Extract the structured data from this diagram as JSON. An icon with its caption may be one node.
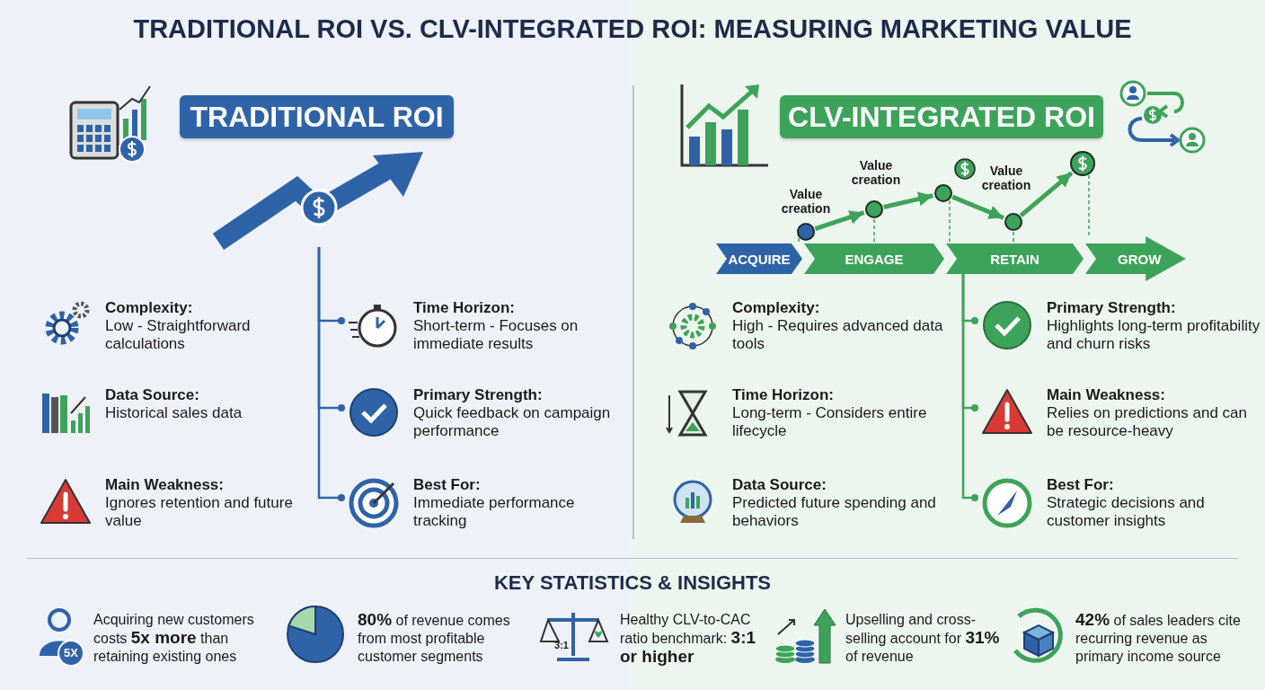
{
  "diagram": {
    "title": "TRADITIONAL ROI VS. CLV-INTEGRATED ROI: MEASURING MARKETING VALUE",
    "nodes": [
      {
        "text": [
          "TRADITIONAL ROI"
        ]
      },
      {
        "text": [],
        "shape": "picture"
      },
      {
        "text": [
          "Complexity:",
          "Low - Straightforward calculations"
        ]
      },
      {
        "text": [
          "Data Source:",
          "Historical sales data"
        ]
      },
      {
        "text": [
          "Main Weakness:",
          "Ignores retention and future value"
        ]
      },
      {
        "text": [
          "Time Horizon:",
          "Short-term - Focuses on immediate results"
        ]
      },
      {
        "text": [
          "Primary Strength:",
          "Quick feedback on campaign performance"
        ]
      },
      {
        "text": [
          "Best For:",
          "Immediate performance tracking"
        ]
      },
      {
        "text": [
          "CLV-INTEGRATED ROI"
        ]
      },
      {
        "text": [],
        "shape": "circle",
        "beside": [
          "Value creation"
        ]
      },
      {
        "text": [],
        "shape": "circle",
        "beside": [
          "Value creation"
        ]
      },
      {
        "text": [],
        "shape": "circle"
      },
      {
        "text": [],
        "shape": "circle",
        "beside": [
          "Value creation"
        ]
      },
      {
        "text": [],
        "shape": "circle"
      },
      {
        "text": [
          "ACQUIRE"
        ]
      },
      {
        "text": [
          "ENGAGE"
        ]
      },
      {
        "text": [
          "RETAIN"
        ]
      },
      {
        "text": [
          "GROW"
        ]
      },
      {
        "text": [
          "Complexity:",
          "High - Requires advanced data tools"
        ]
      },
      {
        "text": [
          "Time Horizon:",
          "Long-term - Considers entire lifecycle"
        ]
      },
      {
        "text": [
          "Data Source:",
          "Predicted future spending and behaviors"
        ]
      },
      {
        "text": [
          "Primary Strength:",
          "Highlights long-term profitability and churn risks"
        ]
      },
      {
        "text": [
          "Main Weakness:",
          "Relies on predictions and can be resource-heavy"
        ]
      },
      {
        "text": [
          "Best For:",
          "Strategic decisions and customer insights"
        ]
      }
    ],
    "edges": [
      {
        "from": 9,
        "to": 10,
        "arrow": "to",
        "style": "thick"
      },
      {
        "from": 10,
        "to": 11,
        "arrow": "to",
        "style": "thick"
      },
      {
        "from": 11,
        "to": 12,
        "arrow": "to",
        "style": "thick"
      },
      {
        "from": 12,
        "to": 13,
        "arrow": "to",
        "style": "thick"
      },
      {
        "from": 9,
        "to": 14,
        "arrow": "none",
        "style": "dashed"
      },
      {
        "from": 10,
        "to": 15,
        "arrow": "none",
        "style": "dashed"
      },
      {
        "from": 11,
        "to": 16,
        "arrow": "none",
        "style": "dashed"
      },
      {
        "from": 12,
        "to": 16,
        "arrow": "none",
        "style": "dashed"
      },
      {
        "from": 13,
        "to": 17,
        "arrow": "none",
        "style": "dashed"
      },
      {
        "from": 1,
        "to": 5,
        "arrow": "other"
      },
      {
        "from": 1,
        "to": 6,
        "arrow": "other"
      },
      {
        "from": 1,
        "to": 7,
        "arrow": "other"
      },
      {
        "from": 16,
        "to": 21,
        "arrow": "other"
      },
      {
        "from": 16,
        "to": 22,
        "arrow": "other"
      },
      {
        "from": 16,
        "to": 23,
        "arrow": "other"
      }
    ],
    "labels": [
      "KEY STATISTICS & INSIGHTS",
      "5X",
      "Acquiring new customers costs **5x more** than retaining existing ones",
      "**80%** of revenue comes from most profitable customer segments",
      "3:1",
      "Healthy CLV-to-CAC ratio benchmark: **3:1 or higher**",
      "Upselling and cross-selling account for **31%** of revenue",
      "**42%** of sales leaders cite recurring revenue as primary income source"
    ]
  }
}
